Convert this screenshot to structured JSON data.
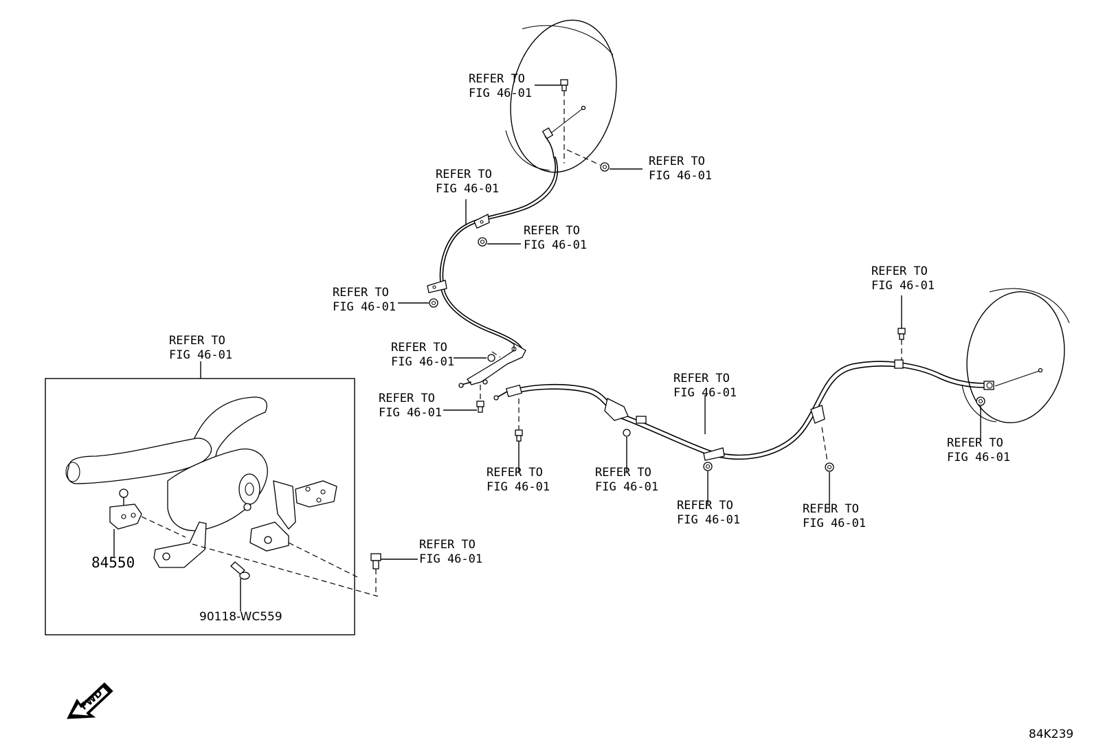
{
  "callouts": {
    "refer_line1": "REFER TO",
    "refer_line2": "FIG 46-01"
  },
  "parts": {
    "lever_bracket": "84550",
    "screw": "90118-WC559"
  },
  "drawing_code": "84K239",
  "direction": {
    "label": "FWD",
    "icon": "forward-arrow-icon"
  }
}
